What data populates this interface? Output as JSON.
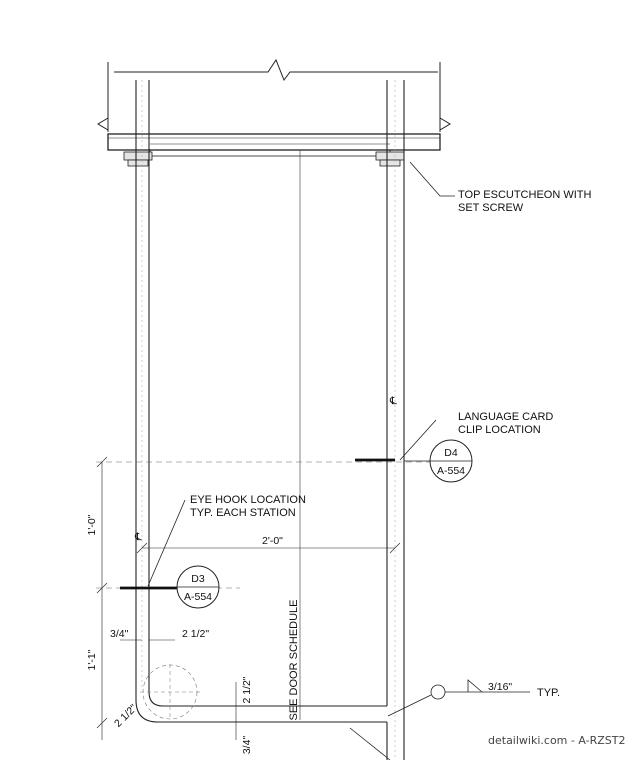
{
  "notes": {
    "escutcheon": [
      "TOP ESCUTCHEON WITH",
      "SET SCREW"
    ],
    "language_card": [
      "LANGUAGE CARD",
      "CLIP LOCATION"
    ],
    "eye_hook": [
      "EYE HOOK LOCATION",
      "TYP. EACH STATION"
    ],
    "door_schedule": "SEE DOOR SCHEDULE",
    "weld_size": "3/16\"",
    "weld_typ": "TYP."
  },
  "detail_tags": [
    {
      "detail": "D4",
      "sheet": "A-554"
    },
    {
      "detail": "D3",
      "sheet": "A-554"
    }
  ],
  "dimensions": {
    "vert_top": "1'-0\"",
    "vert_bottom": "1'-1\"",
    "width": "2'-0\"",
    "left_offset": "3/4\"",
    "right_offset": "2 1/2\"",
    "radius_left": "2 1/2\"",
    "radius_right": "2 1/2\"",
    "bottom_offset": "3/4\""
  },
  "centerline_symbol": "℄",
  "watermark": "detailwiki.com - A-RZST2"
}
